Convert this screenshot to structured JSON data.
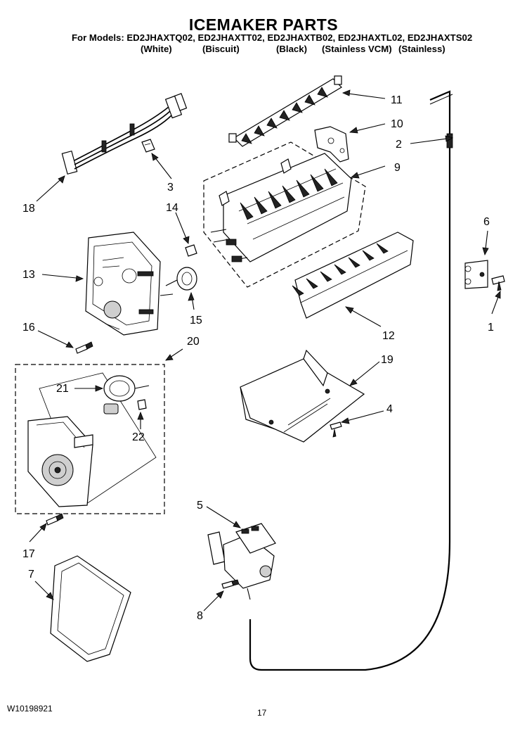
{
  "header": {
    "title": "ICEMAKER PARTS",
    "models_line": "For Models: ED2JHAXTQ02, ED2JHAXTT02, ED2JHAXTB02, ED2JHAXTL02, ED2JHAXTS02",
    "finishes": [
      "(White)",
      "(Biscuit)",
      "(Black)",
      "(Stainless VCM)",
      "(Stainless)"
    ]
  },
  "callouts": [
    "11",
    "10",
    "2",
    "9",
    "3",
    "18",
    "14",
    "6",
    "13",
    "15",
    "1",
    "12",
    "16",
    "20",
    "19",
    "21",
    "4",
    "22",
    "5",
    "17",
    "7",
    "8"
  ],
  "footer": {
    "doc_number": "W10198921",
    "page_number": "17"
  }
}
